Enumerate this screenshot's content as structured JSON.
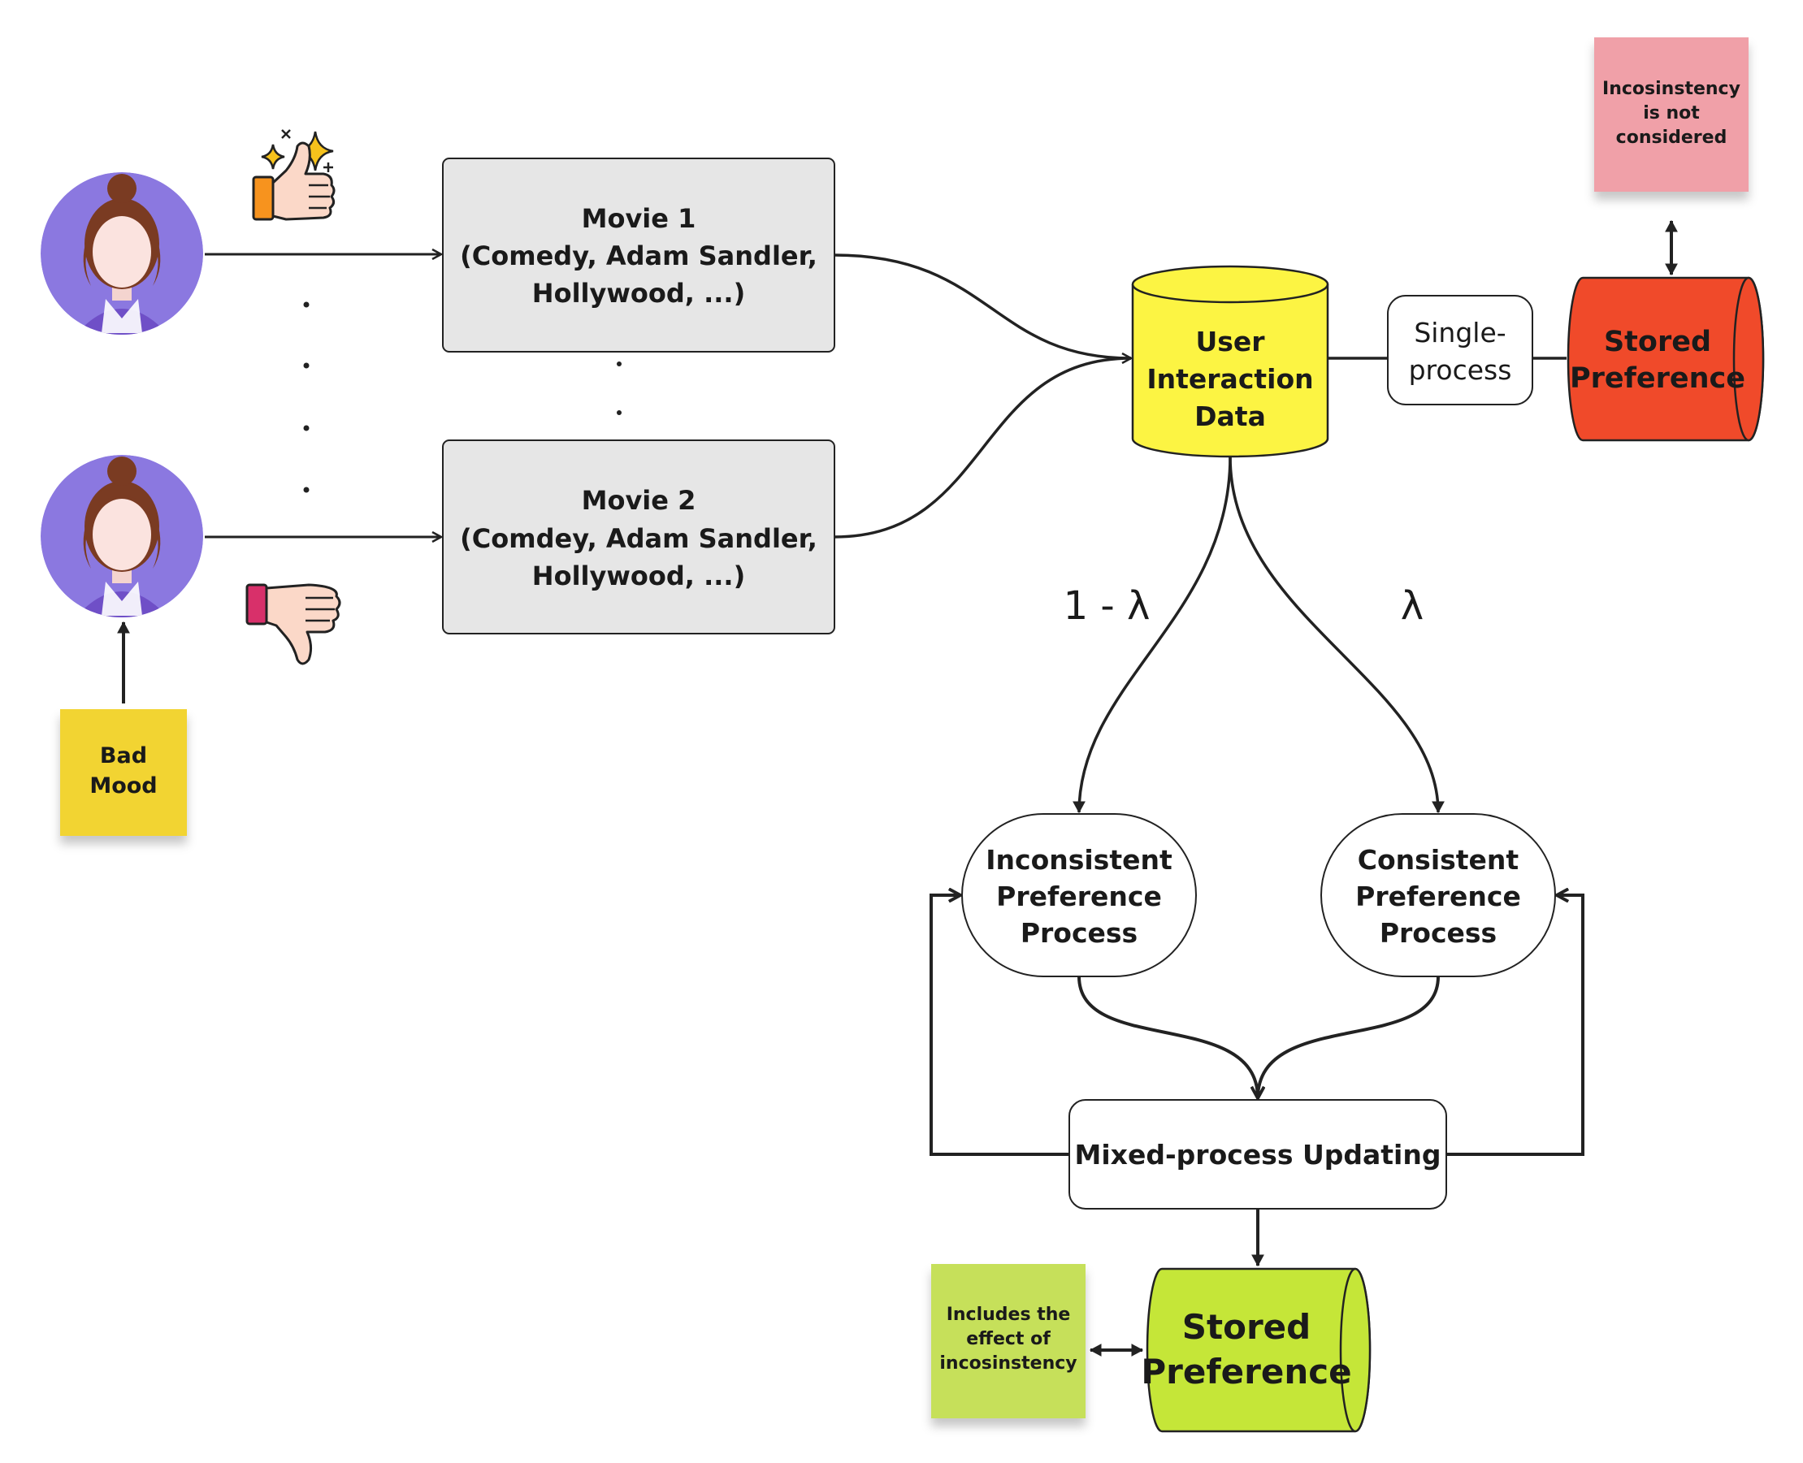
{
  "movies": {
    "movie1": {
      "line1": "Movie 1",
      "line2": "(Comedy, Adam Sandler,",
      "line3": "Hollywood, ...)"
    },
    "movie2": {
      "line1": "Movie 2",
      "line2": "(Comdey, Adam Sandler,",
      "line3": "Hollywood, ...)"
    }
  },
  "mood_note": {
    "line1": "Bad",
    "line2": "Mood"
  },
  "data_store": {
    "line1": "User",
    "line2": "Interaction",
    "line3": "Data"
  },
  "single_process": {
    "line1": "Single-",
    "line2": "process"
  },
  "stored_preference_top": {
    "line1": "Stored",
    "line2": "Preference"
  },
  "inconsistency_note": {
    "line1": "Incosinstency",
    "line2": "is not",
    "line3": "considered"
  },
  "weights": {
    "left": "1 - λ",
    "right": "λ"
  },
  "inconsistent_process": {
    "line1": "Inconsistent",
    "line2": "Preference",
    "line3": "Process"
  },
  "consistent_process": {
    "line1": "Consistent",
    "line2": "Preference",
    "line3": "Process"
  },
  "mixed_update": {
    "label": "Mixed-process Updating"
  },
  "stored_preference_bottom": {
    "line1": "Stored",
    "line2": "Preference"
  },
  "effect_note": {
    "line1": "Includes the",
    "line2": "effect of",
    "line3": "incosinstency"
  },
  "colors": {
    "avatar": "#8b78e0",
    "movie_box": "#e6e6e6",
    "data_store": "#fcf443",
    "stored_top": "#f04a2a",
    "stored_bottom": "#c5e638",
    "note_red": "#f0a0a8",
    "note_yellow": "#f2d430",
    "note_green": "#c6e05a"
  },
  "icons": [
    "user-avatar-icon",
    "thumbs-up-icon",
    "sparkles-icon",
    "thumbs-down-icon"
  ]
}
